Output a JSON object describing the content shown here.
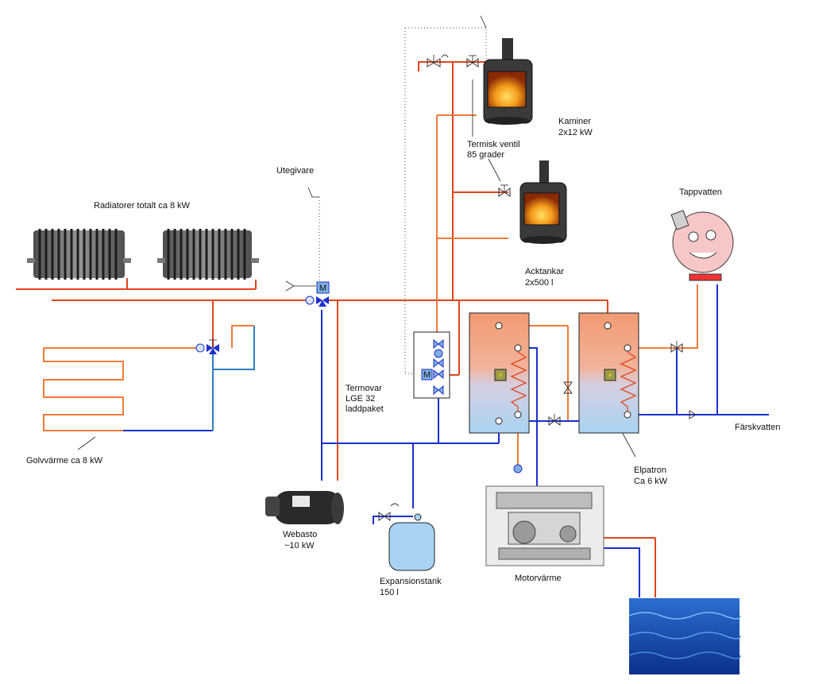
{
  "labels": {
    "radiators": "Radiatorer totalt ca 8 kW",
    "outdoor_sensor": "Utegivare",
    "floor_heating": "Golvvärme ca 8 kW",
    "termovar_line1": "Termovar",
    "termovar_line2": "LGE 32",
    "termovar_line3": "laddpaket",
    "webasto_line1": "Webasto",
    "webasto_line2": "~10 kW",
    "expansion_line1": "Expansionstank",
    "expansion_line2": "150 l",
    "engine_heat": "Motorvärme",
    "stoves_line1": "Kaminer",
    "stoves_line2": "2x12 kW",
    "thermal_valve_line1": "Termisk ventil",
    "thermal_valve_line2": "85 grader",
    "tanks_line1": "Acktankar",
    "tanks_line2": "2x500 l",
    "tap_water": "Tappvatten",
    "fresh_water": "Färskvatten",
    "heater_line1": "Elpatron",
    "heater_line2": "Ca 6 kW",
    "motor_symbol": "M"
  },
  "colors": {
    "hot_pipe": "#e0461b",
    "warm_pipe": "#f07a3a",
    "cold_pipe": "#1c2fd0",
    "return_pipe": "#2f7fc0",
    "tank_top": "#f29a72",
    "tank_bottom": "#a9d3f2"
  }
}
